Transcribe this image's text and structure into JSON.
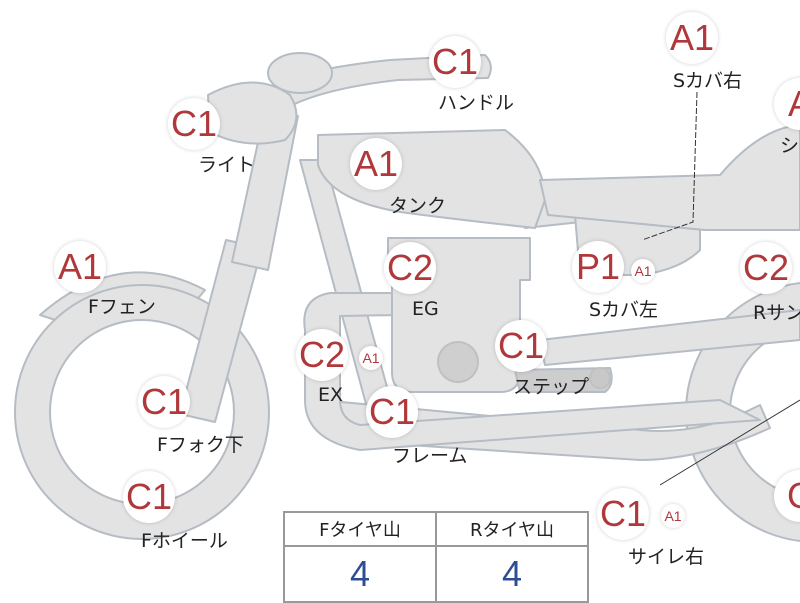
{
  "colors": {
    "badge_text": "#b0383b",
    "part_fill": "#e3e3e3",
    "part_edge": "#b6bcc4",
    "tyre_value": "#2f4d94"
  },
  "parts": {
    "f_fender": {
      "grade": "A1",
      "label": "Fフェン"
    },
    "light": {
      "grade": "C1",
      "label": "ライト"
    },
    "handle": {
      "grade": "C1",
      "label": "ハンドル"
    },
    "tank": {
      "grade": "A1",
      "label": "タンク"
    },
    "s_cover_r": {
      "grade": "A1",
      "label": "Sカバ右"
    },
    "seat": {
      "grade": "A",
      "label": "シ"
    },
    "engine": {
      "grade": "C2",
      "label": "EG"
    },
    "s_cover_l": {
      "grade": "P1",
      "sub": "A1",
      "label": "Sカバ左"
    },
    "r_suspension": {
      "grade": "C2",
      "label": "Rサン"
    },
    "exhaust": {
      "grade": "C2",
      "sub": "A1",
      "label": "EX"
    },
    "step": {
      "grade": "C1",
      "label": "ステップ"
    },
    "frame": {
      "grade": "C1",
      "label": "フレーム"
    },
    "f_fork_lower": {
      "grade": "C1",
      "label": "Fフォク下"
    },
    "f_wheel": {
      "grade": "C1",
      "label": "Fホイール"
    },
    "silencer_r": {
      "grade": "C1",
      "sub": "A1",
      "label": "サイレ右"
    },
    "r_wheel": {
      "grade": "C"
    }
  },
  "tyre_table": {
    "headers": [
      "Fタイヤ山",
      "Rタイヤ山"
    ],
    "values": [
      "4",
      "4"
    ]
  }
}
